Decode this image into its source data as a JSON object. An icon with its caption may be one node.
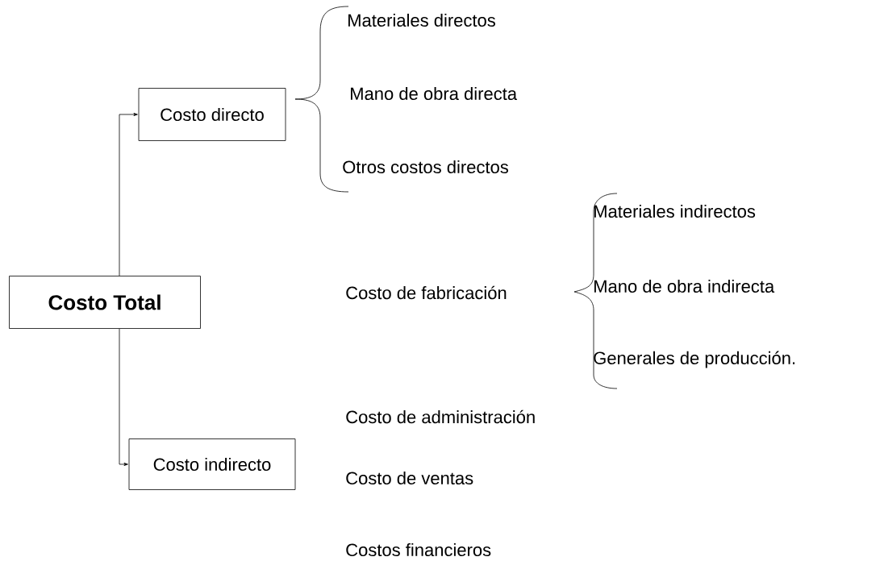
{
  "diagram": {
    "nodes": [
      {
        "text": [
          "Costo Total"
        ]
      },
      {
        "text": [
          "Costo directo"
        ]
      },
      {
        "text": [
          "Costo indirecto"
        ]
      }
    ],
    "edges": [
      {
        "from": 0,
        "to": 1,
        "arrow": "to"
      },
      {
        "from": 0,
        "to": 2,
        "arrow": "to"
      }
    ],
    "labels": [
      "Materiales directos",
      "Mano de obra directa",
      "Otros costos directos",
      "Materiales indirectos",
      "Costo de fabricación",
      "Mano de obra indirecta",
      "Generales de producción.",
      "Costo de administración",
      "Costo de ventas",
      "Costos financieros"
    ]
  }
}
